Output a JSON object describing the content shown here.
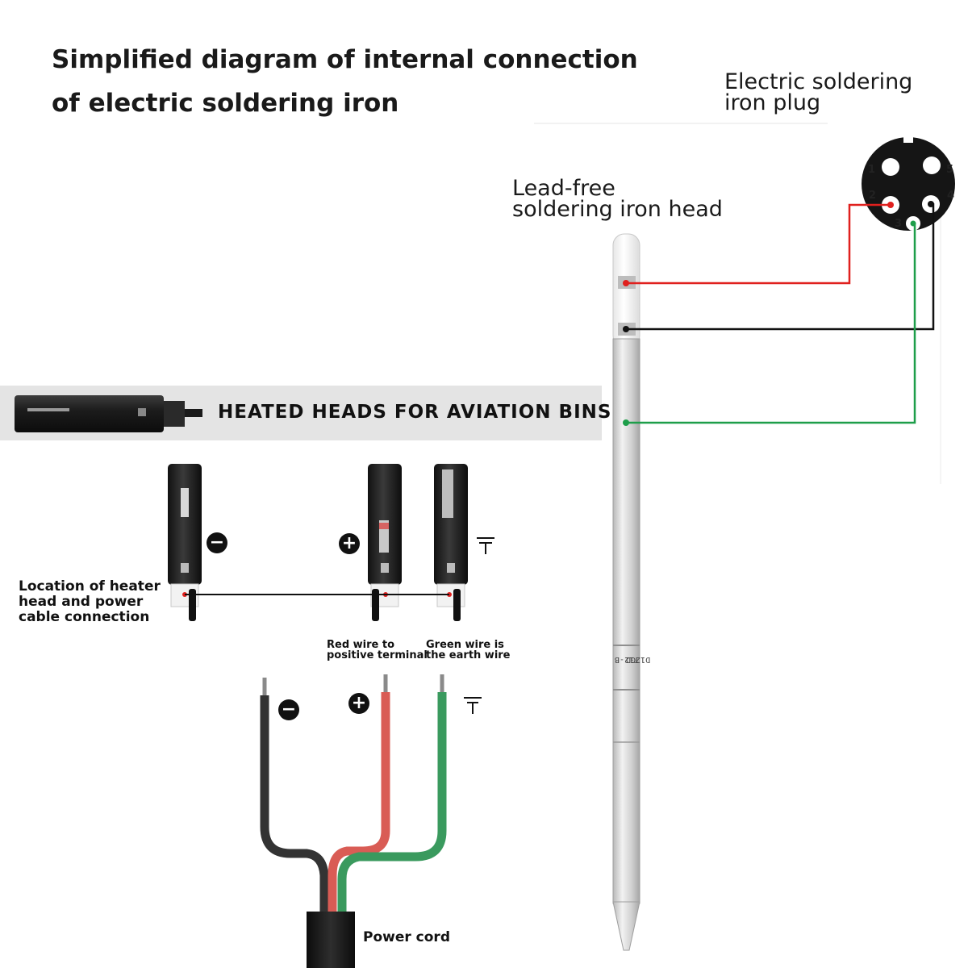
{
  "title": {
    "line1": "Simplified diagram of internal connection",
    "line2": "of electric soldering iron"
  },
  "plug_label": {
    "line1": "Electric soldering",
    "line2": "iron plug"
  },
  "tip_label": {
    "line1": "Lead-free",
    "line2": "soldering iron head"
  },
  "banner": {
    "text": "HEATED HEADS FOR AVIATION BINS"
  },
  "location_label": {
    "line1": "Location of heater",
    "line2": "head and power",
    "line3": "cable connection"
  },
  "red_wire_label": {
    "line1": "Red wire to",
    "line2": "positive terminal"
  },
  "green_wire_label": {
    "line1": "Green wire is",
    "line2": "the earth wire"
  },
  "power_cord_label": "Power cord",
  "plug_pins": [
    "1",
    "2",
    "3",
    "4",
    "5"
  ],
  "tip_markings": {
    "line1": "T12-B",
    "line2": "D12GD"
  },
  "symbols": {
    "negative": "−",
    "positive": "+"
  },
  "colors": {
    "red_wire": "#e0201e",
    "black_wire": "#111111",
    "green_wire": "#1e9e4a",
    "cable_red": "#d95c55",
    "cable_green": "#3a9a5e",
    "cable_black": "#333333"
  },
  "icons": [
    "minus-circle-icon",
    "plus-circle-icon",
    "ground-icon"
  ]
}
